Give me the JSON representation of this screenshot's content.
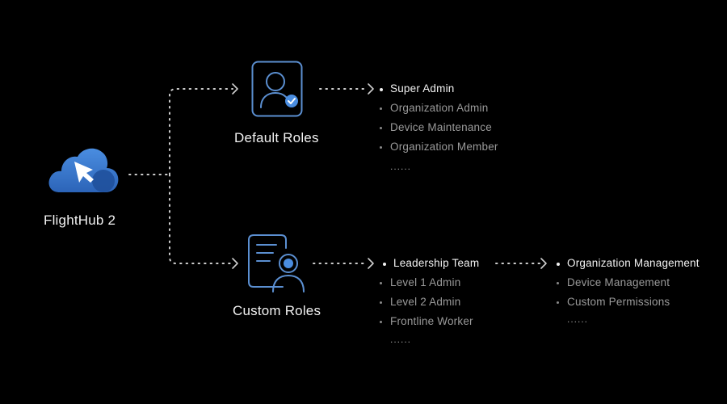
{
  "source": {
    "label": "FlightHub 2",
    "icon": "cloud-cursor-icon"
  },
  "default_roles": {
    "label": "Default Roles",
    "icon": "user-check-icon",
    "items": [
      "Super Admin",
      "Organization Admin",
      "Device Maintenance",
      "Organization Member"
    ],
    "highlighted": "Super Admin",
    "more": "......"
  },
  "custom_roles": {
    "label": "Custom Roles",
    "icon": "document-user-icon",
    "items": [
      "Leadership Team",
      "Level 1 Admin",
      "Level 2 Admin",
      "Frontline Worker"
    ],
    "highlighted": "Leadership Team",
    "more": "......"
  },
  "permissions": {
    "items": [
      "Organization Management",
      "Device Management",
      "Custom Permissions"
    ],
    "highlighted": "Organization Management",
    "more": "......"
  },
  "colors": {
    "background": "#000000",
    "accent_blue": "#3d7fd9",
    "icon_outline": "#5b8fd1",
    "text_primary": "#f2f2f2",
    "text_secondary": "#9a9a9a"
  }
}
